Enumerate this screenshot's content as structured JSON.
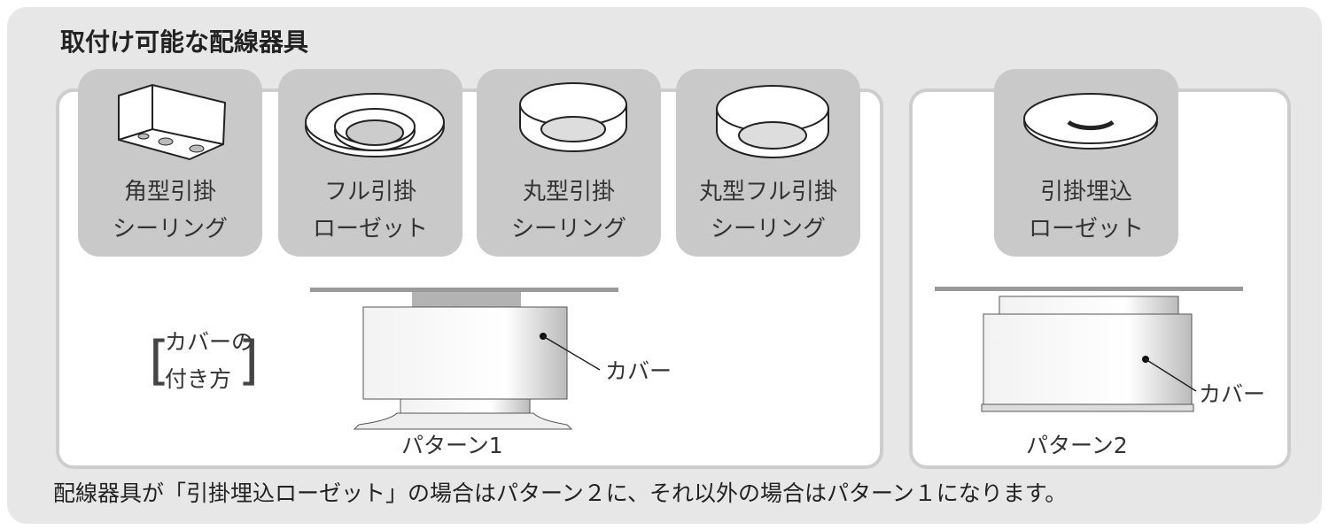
{
  "title": "取付け可能な配線器具",
  "fixtures": [
    {
      "line1": "角型引掛",
      "line2": "シーリング",
      "icon": "square-ceiling-icon"
    },
    {
      "line1": "フル引掛",
      "line2": "ローゼット",
      "icon": "full-rosette-icon"
    },
    {
      "line1": "丸型引掛",
      "line2": "シーリング",
      "icon": "round-ceiling-icon"
    },
    {
      "line1": "丸型フル引掛",
      "line2": "シーリング",
      "icon": "round-full-ceiling-icon"
    },
    {
      "line1": "引掛埋込",
      "line2": "ローゼット",
      "icon": "embedded-rosette-icon"
    }
  ],
  "cover_mount": {
    "line1": "カバーの",
    "line2": "付き方"
  },
  "pattern1": {
    "label": "パターン1",
    "cover": "カバー"
  },
  "pattern2": {
    "label": "パターン2",
    "cover": "カバー"
  },
  "note": "配線器具が「引掛埋込ローゼット」の場合はパターン２に、それ以外の場合はパターン１になります。"
}
